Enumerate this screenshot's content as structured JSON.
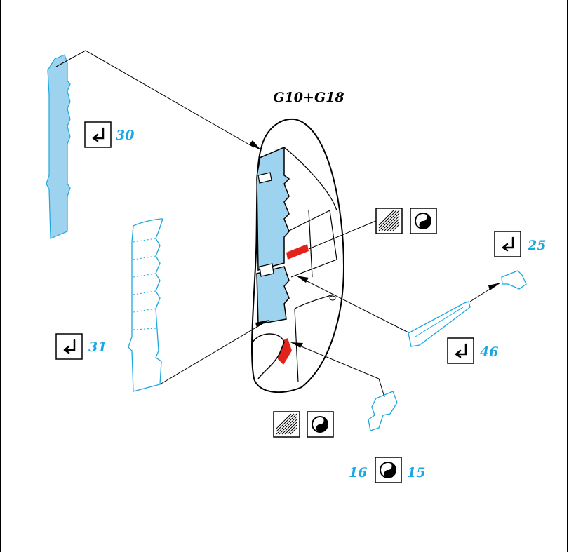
{
  "title": "G10+G18",
  "parts": {
    "p30": "30",
    "p31": "31",
    "p25": "25",
    "p46": "46",
    "p16": "16",
    "p15": "15"
  },
  "colors": {
    "part_blue": "#1ca7e0",
    "fill_blue": "#9dd3ef",
    "accent_red": "#e2231a",
    "line": "#000000"
  },
  "icons": {
    "bend": "bend-arrow-icon",
    "glue": "glue-hatch-icon",
    "paint": "paint-swirl-icon"
  }
}
